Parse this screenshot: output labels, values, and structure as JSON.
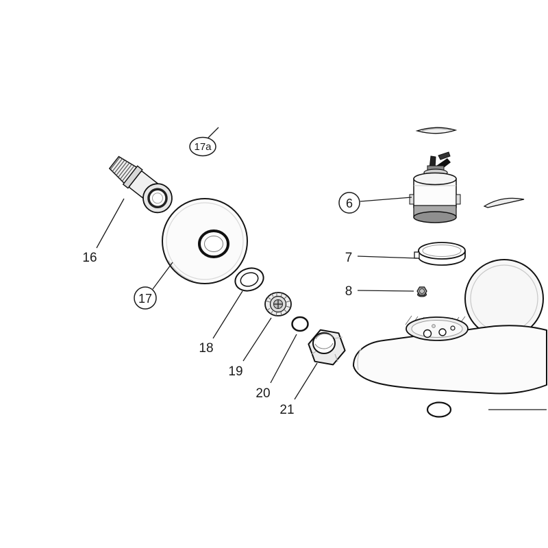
{
  "diagram": {
    "type": "exploded-parts-diagram",
    "colors": {
      "background": "#ffffff",
      "line": "#1a1a1a"
    },
    "labels": {
      "part6": "6",
      "part7": "7",
      "part8": "8",
      "part16": "16",
      "part17": "17",
      "part17a": "17a",
      "part18": "18",
      "part19": "19",
      "part20": "20",
      "part21": "21"
    }
  }
}
